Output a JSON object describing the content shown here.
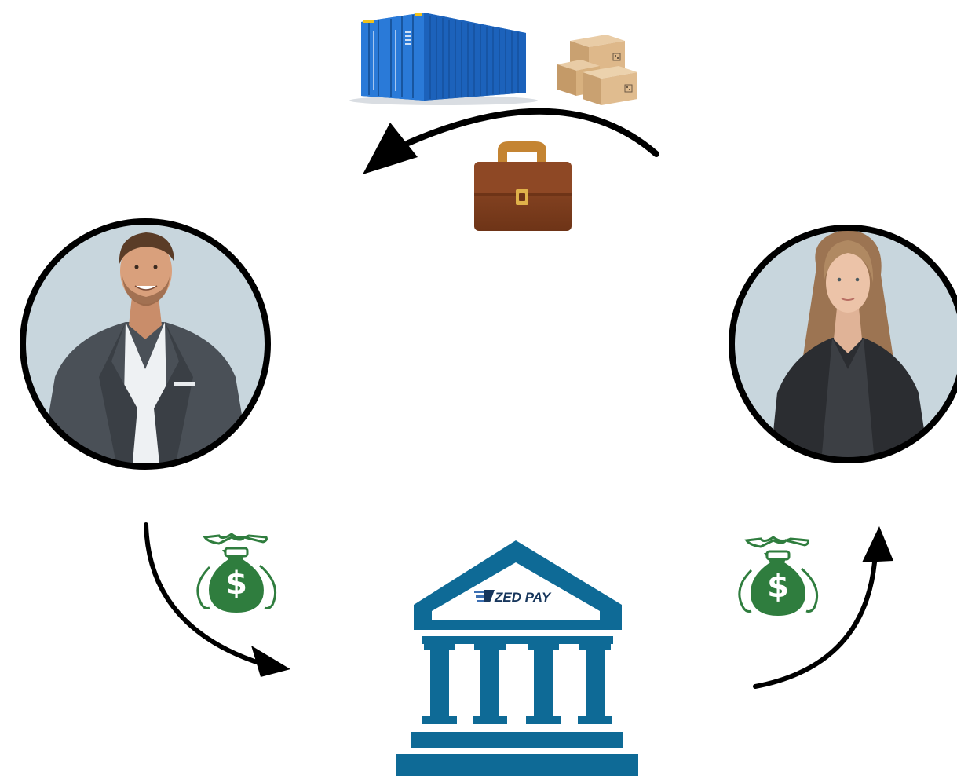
{
  "bank": {
    "brand_name": "ZED PAY"
  },
  "icons": {
    "container": "shipping-container-icon",
    "boxes": "cardboard-boxes-icon",
    "briefcase": "briefcase-icon",
    "buyer": "businessman-avatar",
    "seller": "businesswoman-avatar",
    "money_left": "money-bag-icon",
    "money_right": "money-bag-icon",
    "bank": "bank-building-icon"
  },
  "colors": {
    "arrow": "#000000",
    "money": "#2f7d3e",
    "bank": "#0e6a96",
    "container": "#1e6fd0",
    "briefcase": "#8a4524",
    "box": "#d8b589",
    "avatar_bg": "#c8d6dd"
  }
}
